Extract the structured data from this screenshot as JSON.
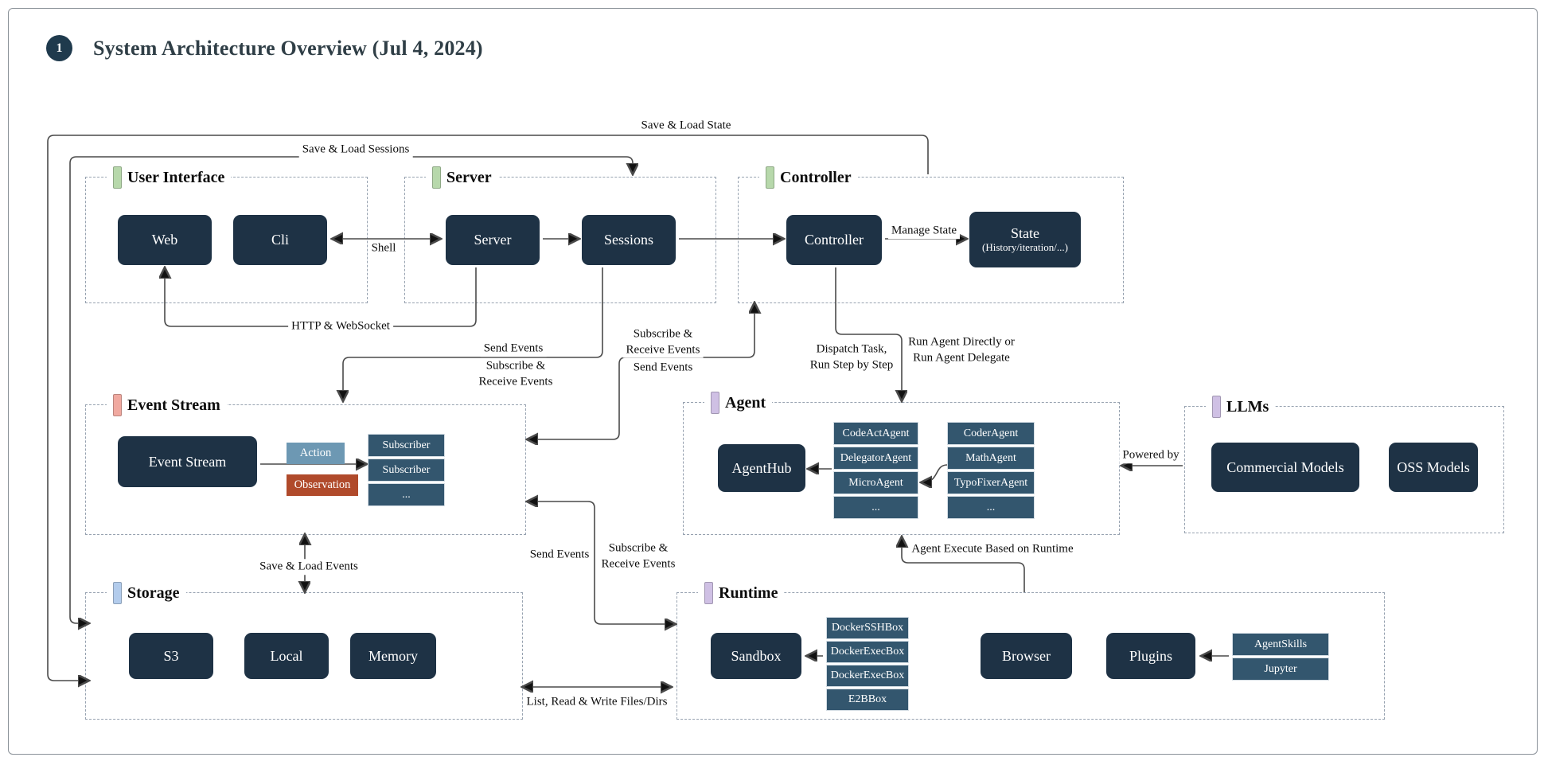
{
  "title": {
    "badge": "1",
    "text": "System Architecture Overview (Jul 4, 2024)"
  },
  "groups": {
    "user_interface": {
      "label": "User Interface",
      "tag_color": "#b7d8ab"
    },
    "server": {
      "label": "Server",
      "tag_color": "#b7d8ab"
    },
    "controller": {
      "label": "Controller",
      "tag_color": "#b7d8ab"
    },
    "event_stream": {
      "label": "Event Stream",
      "tag_color": "#f0a9a0"
    },
    "agent": {
      "label": "Agent",
      "tag_color": "#cfc0e4"
    },
    "llms": {
      "label": "LLMs",
      "tag_color": "#cfc0e4"
    },
    "storage": {
      "label": "Storage",
      "tag_color": "#b3ccec"
    },
    "runtime": {
      "label": "Runtime",
      "tag_color": "#cfc0e4"
    }
  },
  "nodes": {
    "web": "Web",
    "cli": "Cli",
    "server": "Server",
    "sessions": "Sessions",
    "controller": "Controller",
    "state": {
      "title": "State",
      "subtitle": "(History/iteration/...)"
    },
    "event_stream": "Event Stream",
    "action": "Action",
    "observation": "Observation",
    "agenthub": "AgentHub",
    "commercial_models": "Commercial Models",
    "oss_models": "OSS Models",
    "s3": "S3",
    "local": "Local",
    "memory": "Memory",
    "sandbox": "Sandbox",
    "browser": "Browser",
    "plugins": "Plugins"
  },
  "stacks": {
    "subscribers": [
      "Subscriber",
      "Subscriber",
      "..."
    ],
    "agent_types": [
      "CodeActAgent",
      "DelegatorAgent",
      "MicroAgent",
      "..."
    ],
    "community_agents": [
      "CoderAgent",
      "MathAgent",
      "TypoFixerAgent",
      "..."
    ],
    "sandboxes": [
      "DockerSSHBox",
      "DockerExecBox",
      "DockerExecBox",
      "E2BBox"
    ],
    "plugin_types": [
      "AgentSkills",
      "Jupyter"
    ]
  },
  "edge_labels": {
    "save_load_state": "Save & Load State",
    "save_load_sessions": "Save & Load Sessions",
    "shell": "Shell",
    "http_websocket": "HTTP & WebSocket",
    "manage_state": "Manage State",
    "send_events_sessions": "Send Events",
    "subscribe_receive_sessions": "Subscribe &\nReceive Events",
    "subscribe_receive_controller": "Subscribe &\nReceive Events",
    "send_events_controller": "Send Events",
    "dispatch_task": "Dispatch Task,\nRun Step by Step",
    "run_agent": "Run Agent Directly or\nRun Agent Delegate",
    "powered_by": "Powered by",
    "save_load_events": "Save & Load Events",
    "send_events_runtime": "Send Events",
    "subscribe_receive_runtime": "Subscribe &\nReceive Events",
    "agent_execute": "Agent Execute Based on Runtime",
    "list_read_write": "List, Read & Write Files/Dirs"
  },
  "colors": {
    "node_fill": "#1e3245",
    "node_text": "#ffffff",
    "cell_fill": "#33566e",
    "cell_border": "#d4dde4",
    "action_fill": "#6d98b3",
    "observation_fill": "#b04a2b",
    "line": "#4a4a4a",
    "arrow": "#111111",
    "dash_border": "#97a2b0",
    "frame_border": "#8b9299",
    "title_color": "#2f3e46",
    "badge_fill": "#1f3a4d"
  }
}
